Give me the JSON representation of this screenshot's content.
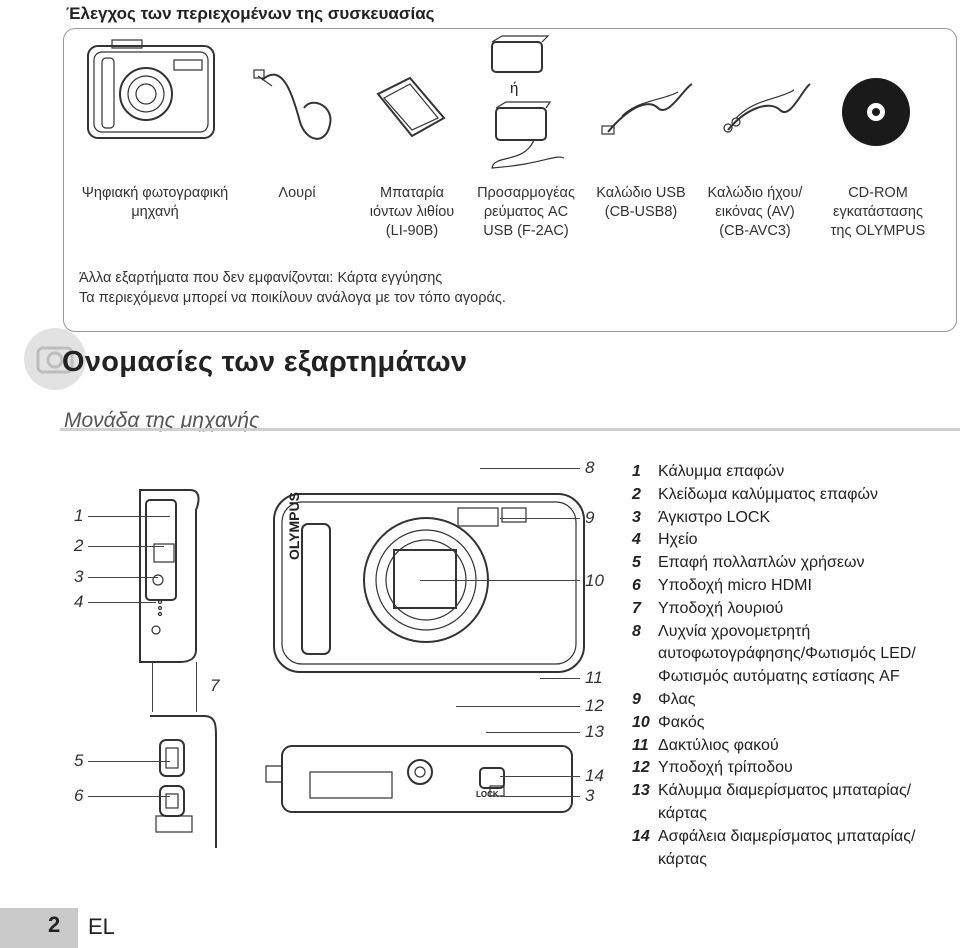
{
  "header": {
    "title": "Έλεγχος των περιεχομένων της συσκευασίας"
  },
  "package": {
    "items": [
      {
        "label": "Ψηφιακή φωτογραφική\nμηχανή",
        "icon": "camera-icon"
      },
      {
        "label": "Λουρί",
        "icon": "strap-icon"
      },
      {
        "label": "Μπαταρία\nιόντων λιθίου\n(LI-90B)",
        "icon": "battery-icon"
      },
      {
        "label": "Προσαρμογέας\nρεύματος AC\nUSB (F-2AC)",
        "icon": "ac-adapter-icon"
      },
      {
        "label": "Καλώδιο USB\n(CB-USB8)",
        "icon": "usb-cable-icon"
      },
      {
        "label": "Καλώδιο ήχου/\nεικόνας (AV)\n(CB-AVC3)",
        "icon": "av-cable-icon"
      },
      {
        "label": "CD-ROM\nεγκατάστασης\nτης OLYMPUS",
        "icon": "cd-rom-icon"
      }
    ],
    "or_text": "ή",
    "note1": "Άλλα εξαρτήματα που δεν εμφανίζονται: Κάρτα εγγύησης",
    "note2": "Τα περιεχόμενα μπορεί να ποικίλουν ανάλογα με τον τόπο αγοράς."
  },
  "section": {
    "title": "Ονομασίες των εξαρτημάτων",
    "subtitle": "Μονάδα της μηχανής"
  },
  "diagram": {
    "brand": "OLYMPUS",
    "lock_text": "LOCK",
    "callouts": [
      "1",
      "2",
      "3",
      "4",
      "5",
      "6",
      "7",
      "8",
      "9",
      "10",
      "11",
      "12",
      "13",
      "14",
      "3"
    ]
  },
  "legend": [
    {
      "n": "1",
      "text": "Κάλυμμα επαφών"
    },
    {
      "n": "2",
      "text": "Κλείδωμα καλύμματος επαφών"
    },
    {
      "n": "3",
      "text": "Άγκιστρο LOCK"
    },
    {
      "n": "4",
      "text": "Ηχείο"
    },
    {
      "n": "5",
      "text": "Επαφή πολλαπλών χρήσεων"
    },
    {
      "n": "6",
      "text": "Υποδοχή micro HDMI"
    },
    {
      "n": "7",
      "text": "Υποδοχή λουριού"
    },
    {
      "n": "8",
      "text": "Λυχνία χρονομετρητή"
    },
    {
      "n": "",
      "text": "αυτοφωτογράφησης/Φωτισμός LED/"
    },
    {
      "n": "",
      "text": "Φωτισμός αυτόματης εστίασης AF"
    },
    {
      "n": "9",
      "text": "Φλας"
    },
    {
      "n": "10",
      "text": "Φακός"
    },
    {
      "n": "11",
      "text": "Δακτύλιος φακού"
    },
    {
      "n": "12",
      "text": "Υποδοχή τρίποδου"
    },
    {
      "n": "13",
      "text": "Κάλυμμα διαμερίσματος μπαταρίας/"
    },
    {
      "n": "",
      "text": "κάρτας"
    },
    {
      "n": "14",
      "text": "Ασφάλεια διαμερίσματος μπαταρίας/"
    },
    {
      "n": "",
      "text": "κάρτας"
    }
  ],
  "footer": {
    "page": "2",
    "lang": "EL"
  }
}
